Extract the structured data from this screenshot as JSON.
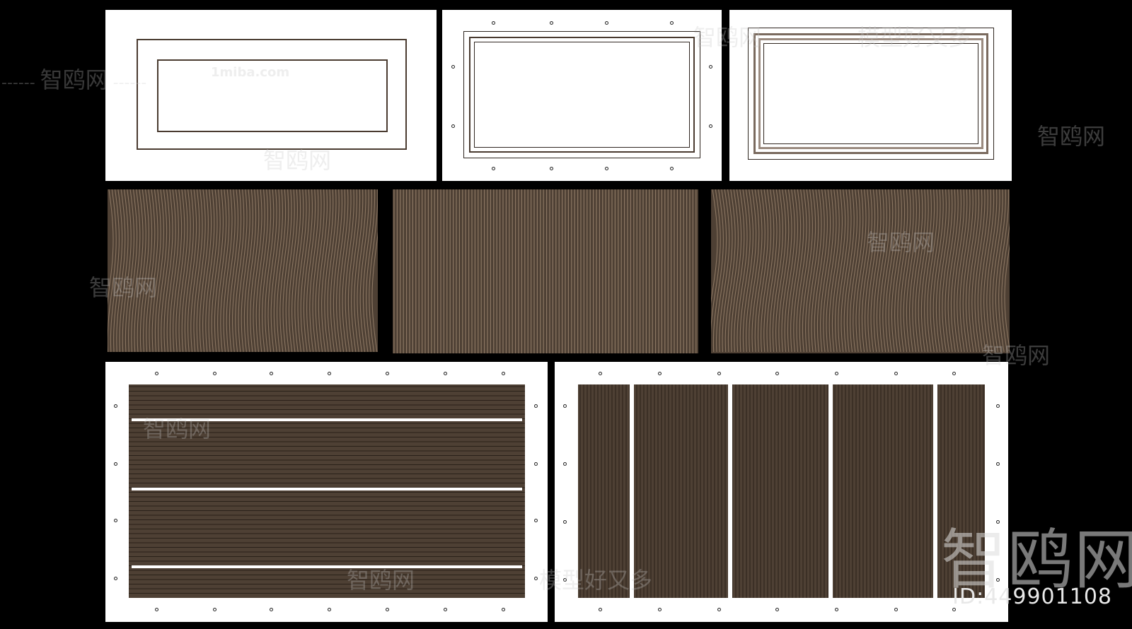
{
  "watermarks": {
    "site_cn": "智鸥网",
    "slogan_cn": "模型好又多",
    "site_url": "1miba.com",
    "dash": "------",
    "id_label": "ID:449901108"
  },
  "colors": {
    "background": "#000000",
    "panel": "#ffffff",
    "wood_dark": "#4e4034",
    "wood_light": "#8c7763",
    "frame_line": "#4a3b30"
  }
}
